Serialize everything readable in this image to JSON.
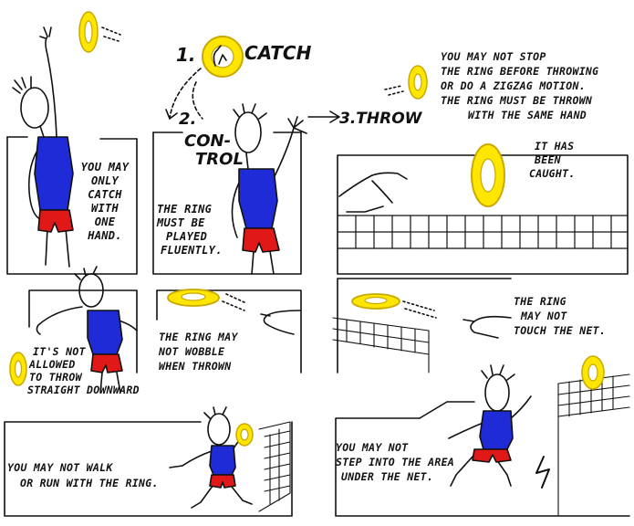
{
  "steps": {
    "catch": {
      "number": "1.",
      "label": "CATCH"
    },
    "control": {
      "number": "2.",
      "label_line1": "CON-",
      "label_line2": "TROL"
    },
    "throw": {
      "label": "3.THROW"
    }
  },
  "captions": {
    "one_hand": [
      "YOU MAY",
      "ONLY",
      "CATCH",
      "WITH",
      "ONE",
      "HAND."
    ],
    "fluent": [
      "THE RING",
      "MUST BE",
      "PLAYED",
      "FLUENTLY."
    ],
    "no_stop": [
      "YOU MAY NOT STOP",
      "THE RING BEFORE THROWING",
      "OR DO A ZIGZAG MOTION.",
      "THE RING MUST BE THROWN",
      "WITH THE SAME HAND"
    ],
    "caught": [
      "IT HAS",
      "BEEN",
      "CAUGHT."
    ],
    "not_down": [
      "IT'S NOT",
      "ALLOWED",
      "TO THROW",
      "STRAIGHT DOWNWARD"
    ],
    "no_wobble": [
      "THE RING MAY",
      "NOT WOBBLE",
      "WHEN THROWN"
    ],
    "no_net": [
      "THE RING",
      "MAY NOT",
      "TOUCH THE NET."
    ],
    "no_walk": [
      "YOU MAY NOT WALK",
      "OR RUN WITH THE RING."
    ],
    "no_step": [
      "YOU MAY NOT",
      "STEP INTO THE AREA",
      "UNDER THE NET."
    ]
  },
  "colors": {
    "ring": "#ffe600",
    "ring_edge": "#d2b200",
    "shirt": "#1f2bd6",
    "shorts": "#e01818",
    "ink": "#111111"
  }
}
